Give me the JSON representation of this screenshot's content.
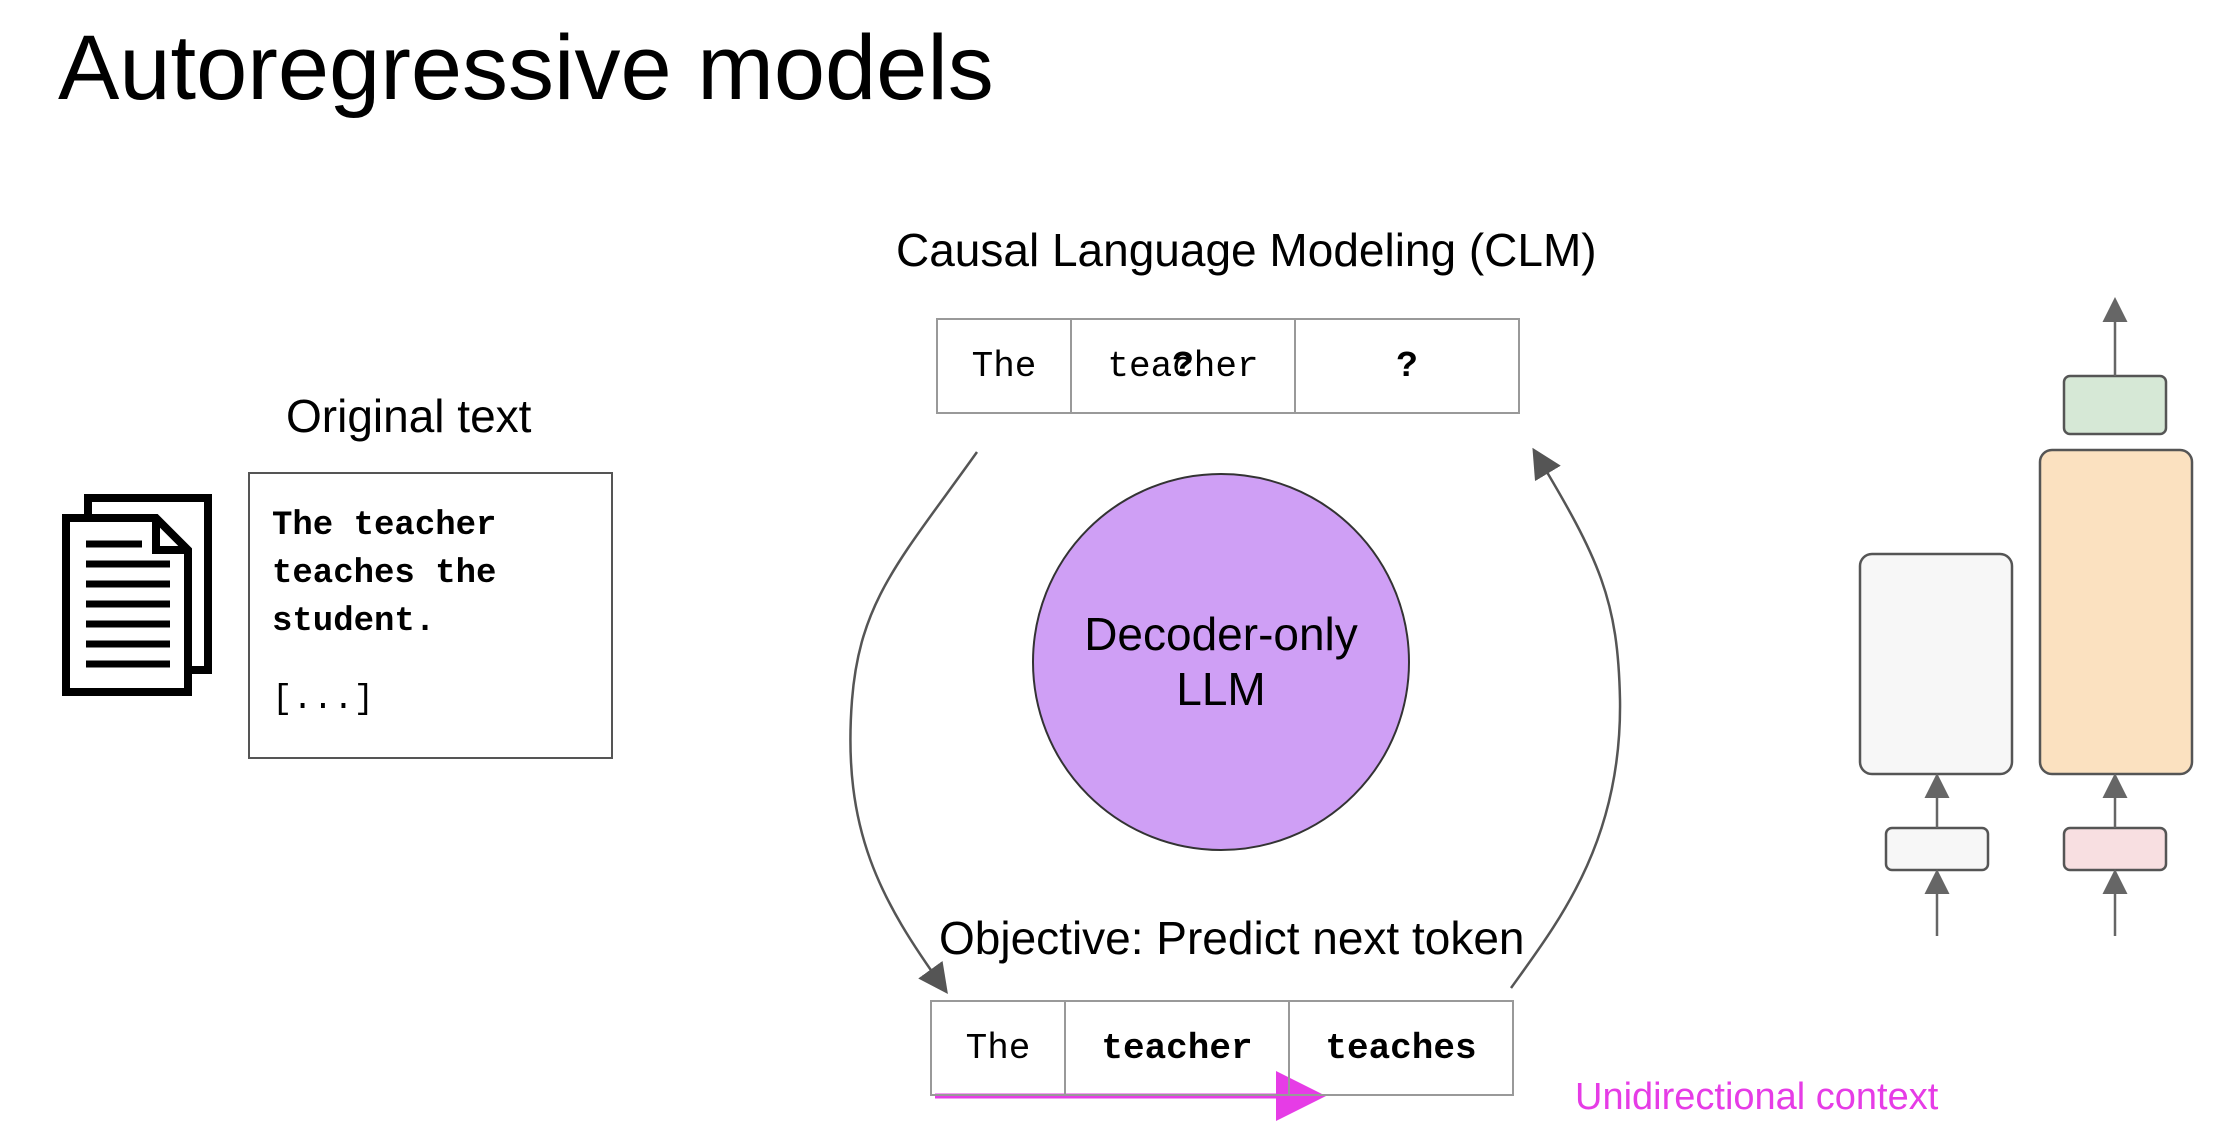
{
  "slide": {
    "title": "Autoregressive models"
  },
  "original_text": {
    "label": "Original text",
    "content_bold": "The teacher\nteaches the\nstudent.",
    "ellipsis": "[...]"
  },
  "clm": {
    "label": "Causal Language Modeling (CLM)",
    "input_tokens": [
      "The",
      "teacher",
      "?"
    ],
    "input_overlay": "?",
    "model_label": "Decoder-only LLM",
    "objective_label": "Objective: Predict next token",
    "output_tokens": [
      "The",
      "teacher",
      "teaches"
    ],
    "context_label": "Unidirectional context"
  },
  "colors": {
    "circle_fill": "#cf9ff5",
    "context_accent": "#e63ce6",
    "encoder_block": "#f7f7f7",
    "decoder_block": "#fbe1c0",
    "output_block": "#d6e8d6",
    "input_embed_left": "#f7f7f7",
    "input_embed_right": "#f8dfe1"
  }
}
